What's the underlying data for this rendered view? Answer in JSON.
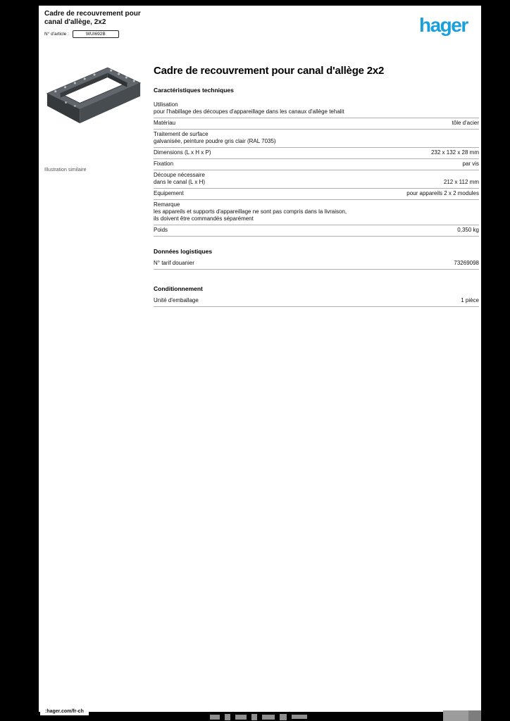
{
  "colors": {
    "brand_blue": "#1aa0db"
  },
  "header": {
    "product_line1": "Cadre de recouvrement pour",
    "product_line2": "canal d'allège, 2x2",
    "ref_label": "N° d'article :",
    "ref_value": "WUI692B"
  },
  "logo": {
    "text": "hager"
  },
  "product": {
    "title": "Cadre de recouvrement pour canal d'allège 2x2",
    "image_caption": "Illustration similaire",
    "section_heading": "Caractéristiques techniques"
  },
  "specs": {
    "rows": [
      {
        "label": "Utilisation",
        "value": "pour l'habillage des découpes d'appareillage dans les canaux d'allège tehalit"
      },
      {
        "label": "Matériau",
        "value": "tôle d'acier"
      },
      {
        "label": "Traitement de surface",
        "value": "galvanisée, peinture poudre gris clair (RAL 7035)"
      },
      {
        "label": "Dimensions (L x H x P)",
        "value": "232 x 132 x 28 mm"
      },
      {
        "label": "Fixation",
        "value": "par vis"
      },
      {
        "label": "Découpe nécessaire",
        "label2": "dans le canal (L x H)",
        "value": "212 x 112 mm"
      },
      {
        "label": "Equipement",
        "value": "pour appareils 2 x 2 modules"
      },
      {
        "label": "Remarque",
        "value": "les appareils et supports d'appareillage ne sont pas compris dans la livraison,",
        "value2": "ils doivent être commandés séparément"
      },
      {
        "label": "Poids",
        "value": "0,350 kg"
      }
    ]
  },
  "logistics": {
    "heading": "Données logistiques",
    "rows": [
      {
        "label": "N° tarif douanier",
        "value": "73269098"
      }
    ]
  },
  "packaging": {
    "heading": "Conditionnement",
    "rows": [
      {
        "label": "Unité d'emballage",
        "value": "1 pièce"
      }
    ]
  },
  "footer": {
    "url": ":hager.com/fr-ch"
  }
}
